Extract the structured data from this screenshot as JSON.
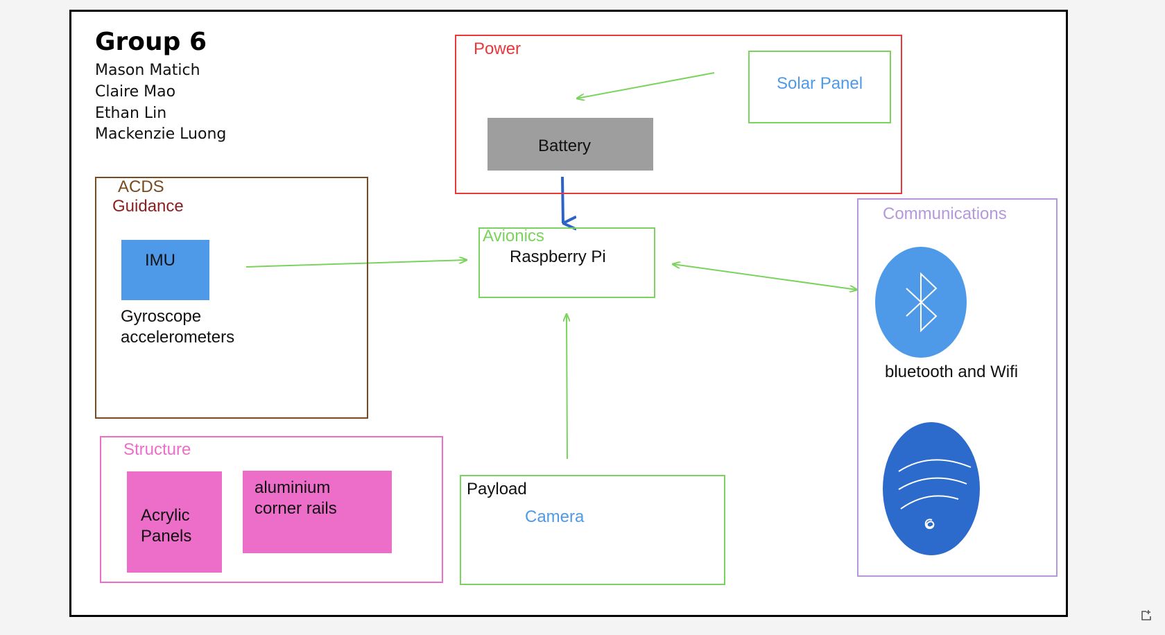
{
  "header": {
    "title": "Group 6",
    "members": [
      "Mason Matich",
      "Claire Mao",
      "Ethan Lin",
      "Mackenzie Luong"
    ]
  },
  "power": {
    "label": "Power",
    "solar_panel": "Solar Panel",
    "battery": "Battery"
  },
  "acds": {
    "label": "ACDS",
    "guidance": "Guidance",
    "imu": "IMU",
    "sensors_line1": "Gyroscope",
    "sensors_line2": "accelerometers"
  },
  "avionics": {
    "label": "Avionics",
    "computer": "Raspberry Pi"
  },
  "communications": {
    "label": "Communications",
    "caption": "bluetooth and Wifi"
  },
  "structure": {
    "label": "Structure",
    "panels_line1": "Acrylic",
    "panels_line2": "Panels",
    "rails_line1": "aluminium",
    "rails_line2": "corner rails"
  },
  "payload": {
    "label": "Payload",
    "camera": "Camera"
  },
  "colors": {
    "power": "#e8393a",
    "acds": "#7a4a1e",
    "guidance": "#8b1e1e",
    "avionics": "#7ad35c",
    "communications": "#b598dc",
    "structure": "#ec6ec9",
    "payload": "#7ad35c",
    "battery_fill": "#9e9e9e",
    "imu_fill": "#4e9ae8",
    "bluetooth_fill": "#4e9ae8",
    "wifi_fill": "#2c6bcb",
    "blue_arrow": "#2d62c7",
    "green_arrow": "#7ad35c"
  },
  "icons": [
    "bluetooth-icon",
    "wifi-icon",
    "expand-icon"
  ]
}
